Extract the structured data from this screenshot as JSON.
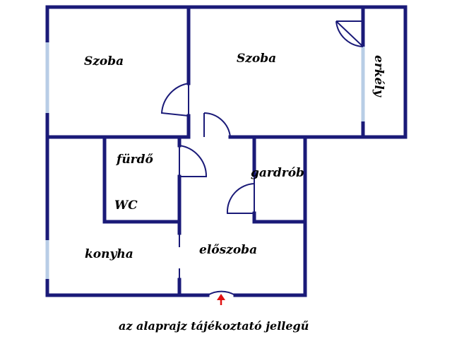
{
  "rooms": {
    "szoba_left": "Szoba",
    "szoba_right": "Szoba",
    "erkely": "erkély",
    "furdo": "fürdő",
    "wc": "WC",
    "gardrob": "gardrób",
    "konyha": "konyha",
    "eloszoba": "előszoba"
  },
  "caption": "az alaprajz tájékoztató jellegű",
  "colors": {
    "wall": "#1a1a78",
    "window": "#b8cde6",
    "entrance_arrow": "#e01010"
  },
  "icons": {
    "entrance": "arrow-up-icon"
  }
}
